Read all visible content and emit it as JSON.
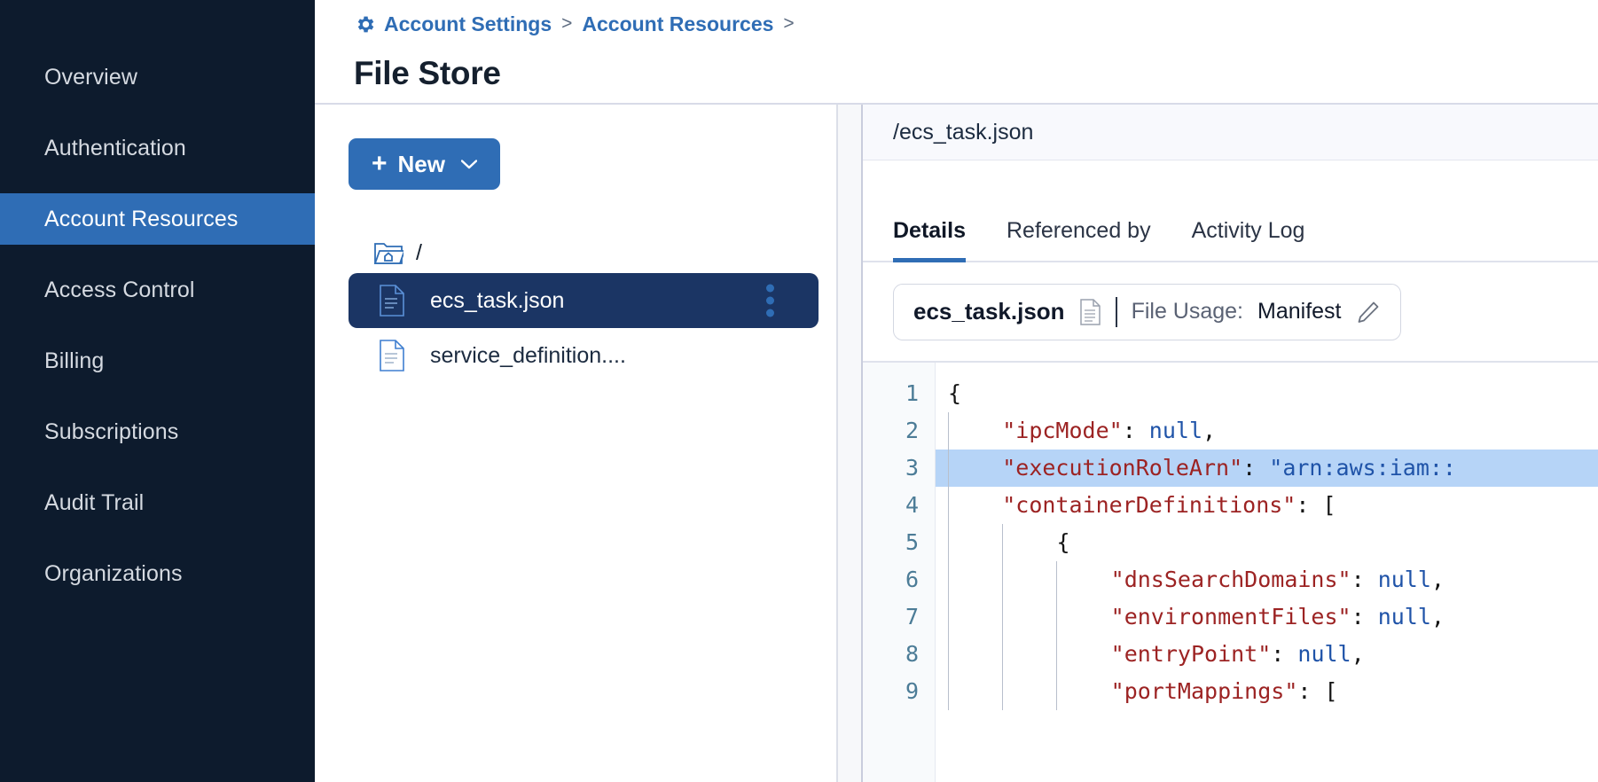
{
  "sidebar": {
    "items": [
      {
        "label": "Overview",
        "active": false
      },
      {
        "label": "Authentication",
        "active": false
      },
      {
        "label": "Account Resources",
        "active": true
      },
      {
        "label": "Access Control",
        "active": false
      },
      {
        "label": "Billing",
        "active": false
      },
      {
        "label": "Subscriptions",
        "active": false
      },
      {
        "label": "Audit Trail",
        "active": false
      },
      {
        "label": "Organizations",
        "active": false
      }
    ]
  },
  "header": {
    "breadcrumb": [
      "Account Settings",
      "Account Resources"
    ],
    "separator": ">",
    "gear_icon": "gear-icon",
    "title": "File Store"
  },
  "tree_panel": {
    "new_button": {
      "plus": "+",
      "label": "New",
      "caret": "chevron-down-icon"
    },
    "root_label": "/",
    "files": [
      {
        "name": "ecs_task.json",
        "selected": true,
        "kebab": "kebab-menu-icon"
      },
      {
        "name": "service_definition....",
        "selected": false
      }
    ]
  },
  "details": {
    "path": "/ecs_task.json",
    "tabs": [
      {
        "label": "Details",
        "active": true
      },
      {
        "label": "Referenced by",
        "active": false
      },
      {
        "label": "Activity Log",
        "active": false
      }
    ],
    "usage": {
      "file_name": "ecs_task.json",
      "doc_icon": "document-icon",
      "label": "File Usage:",
      "value": "Manifest",
      "edit_icon": "pencil-icon"
    }
  },
  "editor": {
    "line_numbers": [
      "1",
      "2",
      "3",
      "4",
      "5",
      "6",
      "7",
      "8",
      "9"
    ],
    "highlighted_line": 3,
    "lines": [
      {
        "n": 1,
        "indent": 0,
        "tokens": [
          {
            "t": "{",
            "c": "p"
          }
        ]
      },
      {
        "n": 2,
        "indent": 1,
        "tokens": [
          {
            "t": "\"ipcMode\"",
            "c": "k"
          },
          {
            "t": ": ",
            "c": "p"
          },
          {
            "t": "null",
            "c": "v"
          },
          {
            "t": ",",
            "c": "p"
          }
        ]
      },
      {
        "n": 3,
        "indent": 1,
        "tokens": [
          {
            "t": "\"executionRoleArn\"",
            "c": "k"
          },
          {
            "t": ": ",
            "c": "p"
          },
          {
            "t": "\"arn:aws:iam::",
            "c": "v"
          }
        ]
      },
      {
        "n": 4,
        "indent": 1,
        "tokens": [
          {
            "t": "\"containerDefinitions\"",
            "c": "k"
          },
          {
            "t": ": ",
            "c": "p"
          },
          {
            "t": "[",
            "c": "p"
          }
        ]
      },
      {
        "n": 5,
        "indent": 2,
        "tokens": [
          {
            "t": "{",
            "c": "p"
          }
        ]
      },
      {
        "n": 6,
        "indent": 3,
        "tokens": [
          {
            "t": "\"dnsSearchDomains\"",
            "c": "k"
          },
          {
            "t": ": ",
            "c": "p"
          },
          {
            "t": "null",
            "c": "v"
          },
          {
            "t": ",",
            "c": "p"
          }
        ]
      },
      {
        "n": 7,
        "indent": 3,
        "tokens": [
          {
            "t": "\"environmentFiles\"",
            "c": "k"
          },
          {
            "t": ": ",
            "c": "p"
          },
          {
            "t": "null",
            "c": "v"
          },
          {
            "t": ",",
            "c": "p"
          }
        ]
      },
      {
        "n": 8,
        "indent": 3,
        "tokens": [
          {
            "t": "\"entryPoint\"",
            "c": "k"
          },
          {
            "t": ": ",
            "c": "p"
          },
          {
            "t": "null",
            "c": "v"
          },
          {
            "t": ",",
            "c": "p"
          }
        ]
      },
      {
        "n": 9,
        "indent": 3,
        "tokens": [
          {
            "t": "\"portMappings\"",
            "c": "k"
          },
          {
            "t": ": ",
            "c": "p"
          },
          {
            "t": "[",
            "c": "p"
          }
        ]
      }
    ]
  },
  "colors": {
    "sidebar_bg": "#0d1b2d",
    "accent": "#2f6db5",
    "selected_row": "#1b3564",
    "code_key": "#9c2323",
    "code_value": "#1f53a8",
    "line_highlight": "#b6d4f7"
  }
}
